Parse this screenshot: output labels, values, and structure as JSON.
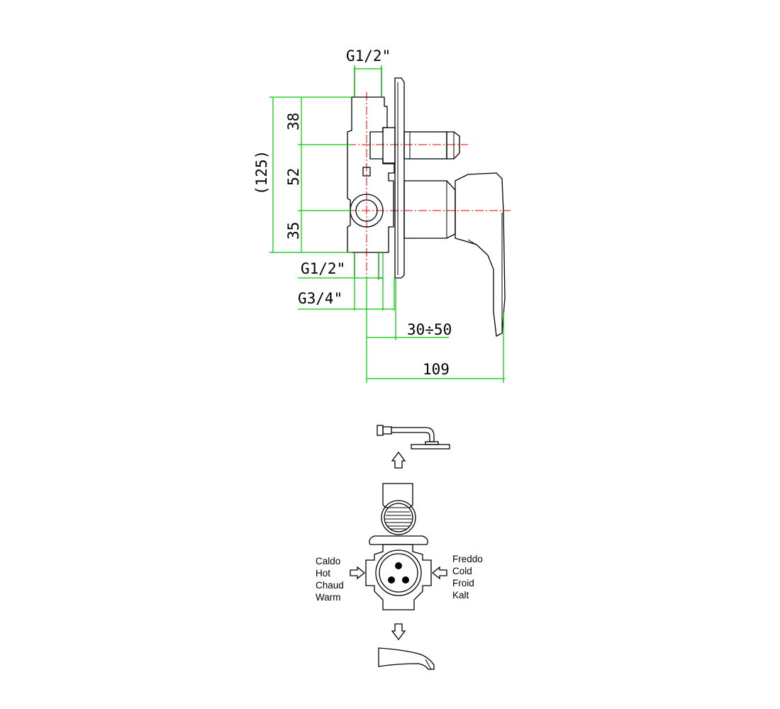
{
  "side_view": {
    "dimensions": {
      "top_thread": "G1/2\"",
      "height_total": "(125)",
      "segment_top": "38",
      "segment_mid": "52",
      "segment_bottom": "35",
      "bottom_thread_small": "G1/2\"",
      "bottom_thread_large": "G3/4\"",
      "wall_depth": "30÷50",
      "total_depth": "109"
    }
  },
  "flow_diagram": {
    "inlet_hot": [
      "Caldo",
      "Hot",
      "Chaud",
      "Warm"
    ],
    "inlet_cold": [
      "Freddo",
      "Cold",
      "Froid",
      "Kalt"
    ]
  },
  "colors": {
    "dimension_lines": "#00c800",
    "center_lines": "#e00000",
    "outline": "#000000"
  }
}
